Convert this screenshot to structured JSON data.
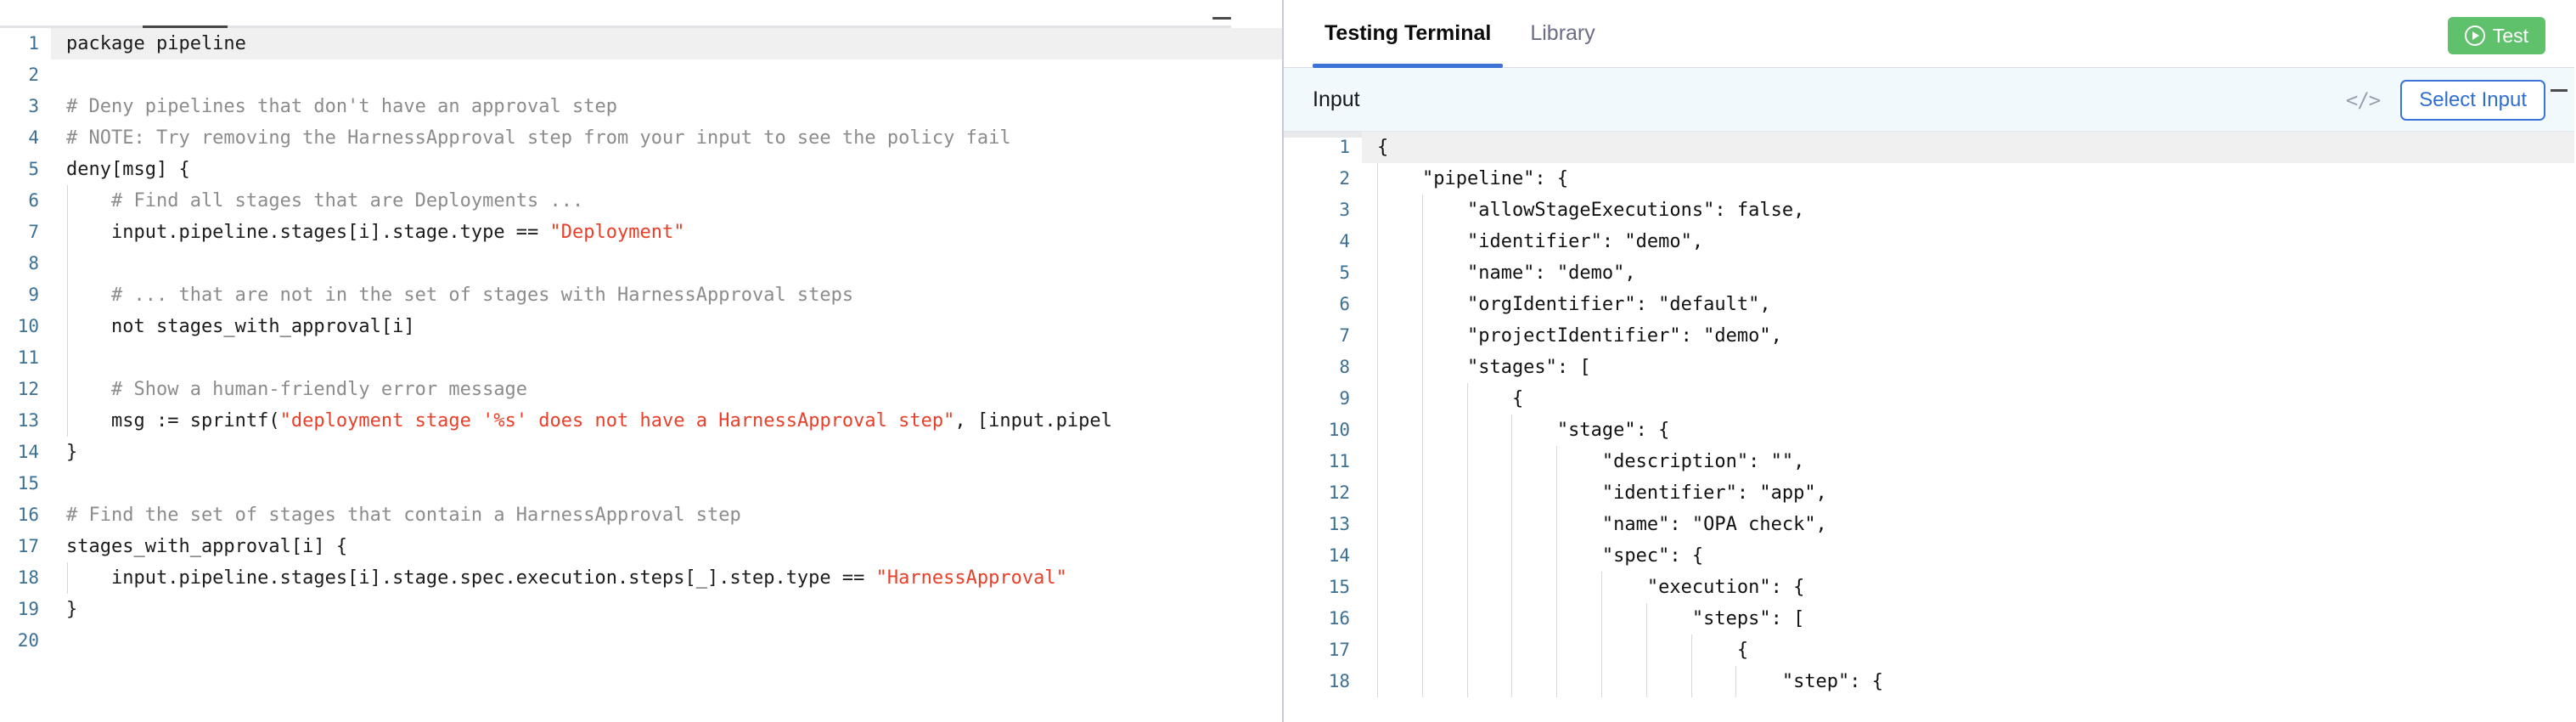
{
  "left_editor": {
    "name": "rego-policy-editor",
    "language": "rego",
    "minimize_icon": "minimize-icon",
    "lines": [
      {
        "n": "1",
        "segments": [
          {
            "t": "plain",
            "s": "package pipeline"
          }
        ]
      },
      {
        "n": "2",
        "segments": [
          {
            "t": "plain",
            "s": ""
          }
        ]
      },
      {
        "n": "3",
        "segments": [
          {
            "t": "comment",
            "s": "# Deny pipelines that don't have an approval step"
          }
        ]
      },
      {
        "n": "4",
        "segments": [
          {
            "t": "comment",
            "s": "# NOTE: Try removing the HarnessApproval step from your input to see the policy fail"
          }
        ]
      },
      {
        "n": "5",
        "segments": [
          {
            "t": "plain",
            "s": "deny[msg] {"
          }
        ]
      },
      {
        "n": "6",
        "segments": [
          {
            "t": "comment",
            "s": "    # Find all stages that are Deployments ..."
          }
        ]
      },
      {
        "n": "7",
        "segments": [
          {
            "t": "plain",
            "s": "    input.pipeline.stages[i].stage.type == "
          },
          {
            "t": "string",
            "s": "\"Deployment\""
          }
        ]
      },
      {
        "n": "8",
        "segments": [
          {
            "t": "plain",
            "s": ""
          }
        ]
      },
      {
        "n": "9",
        "segments": [
          {
            "t": "comment",
            "s": "    # ... that are not in the set of stages with HarnessApproval steps"
          }
        ]
      },
      {
        "n": "10",
        "segments": [
          {
            "t": "plain",
            "s": "    not stages_with_approval[i]"
          }
        ]
      },
      {
        "n": "11",
        "segments": [
          {
            "t": "plain",
            "s": ""
          }
        ]
      },
      {
        "n": "12",
        "segments": [
          {
            "t": "comment",
            "s": "    # Show a human-friendly error message"
          }
        ]
      },
      {
        "n": "13",
        "segments": [
          {
            "t": "plain",
            "s": "    msg := sprintf("
          },
          {
            "t": "string",
            "s": "\"deployment stage '%s' does not have a HarnessApproval step\""
          },
          {
            "t": "plain",
            "s": ", [input.pipel"
          }
        ]
      },
      {
        "n": "14",
        "segments": [
          {
            "t": "plain",
            "s": "}"
          }
        ]
      },
      {
        "n": "15",
        "segments": [
          {
            "t": "plain",
            "s": ""
          }
        ]
      },
      {
        "n": "16",
        "segments": [
          {
            "t": "comment",
            "s": "# Find the set of stages that contain a HarnessApproval step"
          }
        ]
      },
      {
        "n": "17",
        "segments": [
          {
            "t": "plain",
            "s": "stages_with_approval[i] {"
          }
        ]
      },
      {
        "n": "18",
        "segments": [
          {
            "t": "plain",
            "s": "    input.pipeline.stages[i].stage.spec.execution.steps[_].step.type == "
          },
          {
            "t": "string",
            "s": "\"HarnessApproval\""
          }
        ]
      },
      {
        "n": "19",
        "segments": [
          {
            "t": "plain",
            "s": "}"
          }
        ]
      },
      {
        "n": "20",
        "segments": [
          {
            "t": "plain",
            "s": ""
          }
        ]
      }
    ]
  },
  "right_panel": {
    "tabs": [
      {
        "label": "Testing Terminal",
        "active": true
      },
      {
        "label": "Library",
        "active": false
      }
    ],
    "test_button": {
      "label": "Test",
      "icon": "play-circle-icon",
      "color": "#5fc16b"
    },
    "input_bar": {
      "label": "Input",
      "code_toggle_icon": "</>",
      "select_input_label": "Select Input",
      "accent_color": "#3b74d6",
      "background": "#f2f9fd"
    },
    "input_editor": {
      "name": "json-input-editor",
      "language": "json",
      "lines": [
        {
          "n": "1",
          "text": "{"
        },
        {
          "n": "2",
          "text": "    \"pipeline\": {"
        },
        {
          "n": "3",
          "text": "        \"allowStageExecutions\": false,"
        },
        {
          "n": "4",
          "text": "        \"identifier\": \"demo\","
        },
        {
          "n": "5",
          "text": "        \"name\": \"demo\","
        },
        {
          "n": "6",
          "text": "        \"orgIdentifier\": \"default\","
        },
        {
          "n": "7",
          "text": "        \"projectIdentifier\": \"demo\","
        },
        {
          "n": "8",
          "text": "        \"stages\": ["
        },
        {
          "n": "9",
          "text": "            {"
        },
        {
          "n": "10",
          "text": "                \"stage\": {"
        },
        {
          "n": "11",
          "text": "                    \"description\": \"\","
        },
        {
          "n": "12",
          "text": "                    \"identifier\": \"app\","
        },
        {
          "n": "13",
          "text": "                    \"name\": \"OPA check\","
        },
        {
          "n": "14",
          "text": "                    \"spec\": {"
        },
        {
          "n": "15",
          "text": "                        \"execution\": {"
        },
        {
          "n": "16",
          "text": "                            \"steps\": ["
        },
        {
          "n": "17",
          "text": "                                {"
        },
        {
          "n": "18",
          "text": "                                    \"step\": {"
        }
      ]
    }
  }
}
